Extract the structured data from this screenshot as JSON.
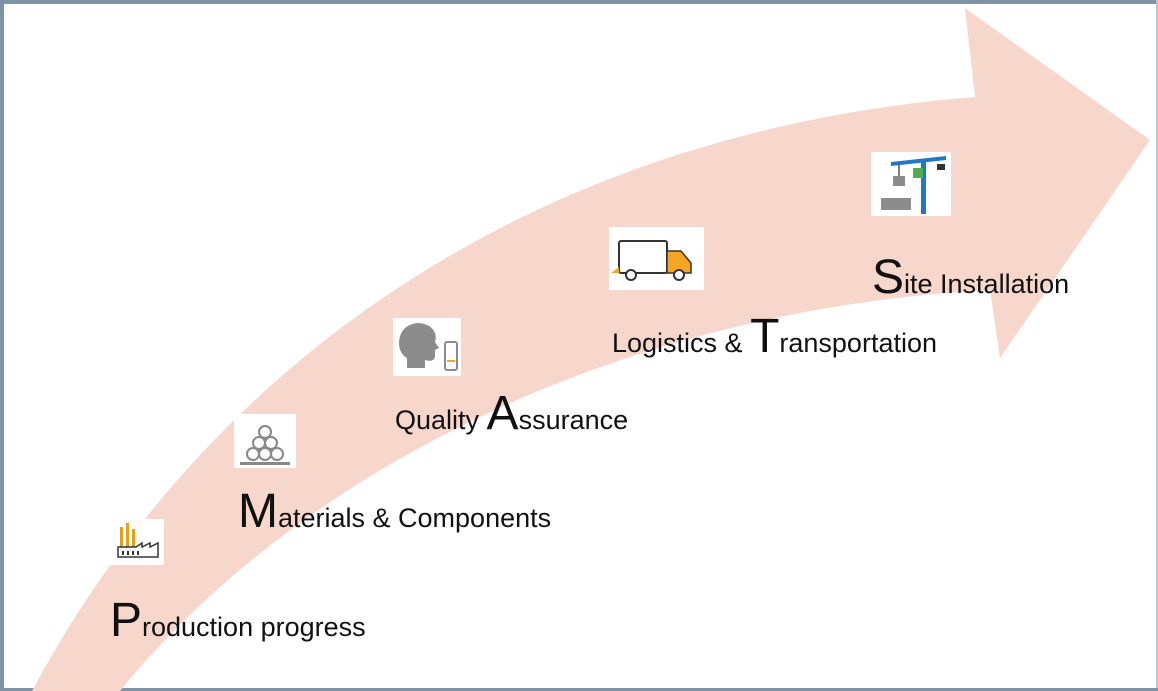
{
  "steps": [
    {
      "initial": "P",
      "rest": "roduction progress",
      "prefix": "",
      "icon": "factory-icon"
    },
    {
      "initial": "M",
      "rest": "aterials & Components",
      "prefix": "",
      "icon": "pipe-stack-icon"
    },
    {
      "initial": "A",
      "rest": "ssurance",
      "prefix": "Quality ",
      "icon": "inspector-head-icon"
    },
    {
      "initial": "T",
      "rest": "ransportation",
      "prefix": "Logistics & ",
      "icon": "truck-icon"
    },
    {
      "initial": "S",
      "rest": "ite Installation",
      "prefix": "",
      "icon": "crane-icon"
    }
  ],
  "colors": {
    "arrow": "#f7d6cc",
    "frame": "#7f93a6",
    "truck": "#f5a623",
    "crane": "#1f78c8"
  }
}
